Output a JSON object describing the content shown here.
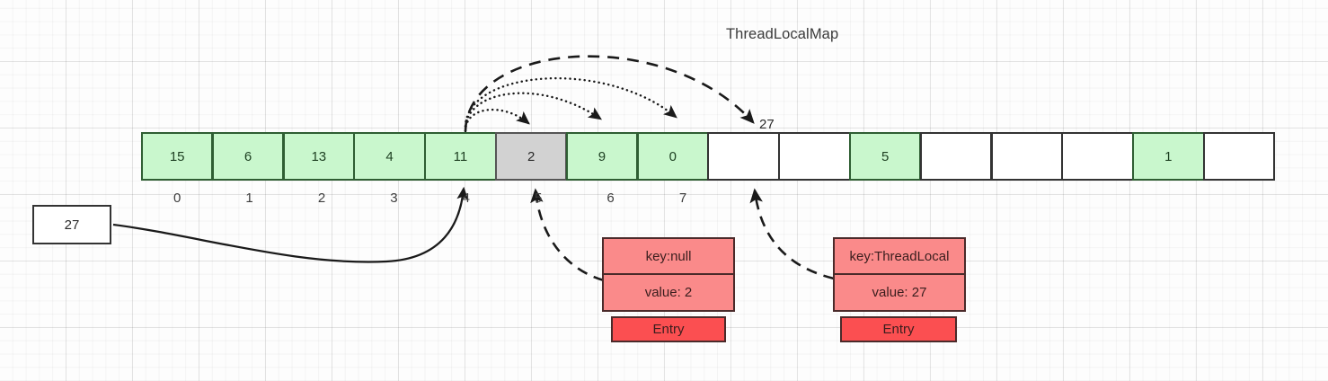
{
  "diagram": {
    "title": "ThreadLocalMap",
    "source_box": {
      "label": "27"
    },
    "arrow_value_label": "27",
    "array": {
      "cells": [
        {
          "value": "15",
          "state": "green"
        },
        {
          "value": "6",
          "state": "green"
        },
        {
          "value": "13",
          "state": "green"
        },
        {
          "value": "4",
          "state": "green"
        },
        {
          "value": "11",
          "state": "green"
        },
        {
          "value": "2",
          "state": "gray"
        },
        {
          "value": "9",
          "state": "green"
        },
        {
          "value": "0",
          "state": "green"
        },
        {
          "value": "",
          "state": "empty"
        },
        {
          "value": "",
          "state": "empty"
        },
        {
          "value": "5",
          "state": "green"
        },
        {
          "value": "",
          "state": "empty"
        },
        {
          "value": "",
          "state": "empty"
        },
        {
          "value": "",
          "state": "empty"
        },
        {
          "value": "1",
          "state": "green"
        },
        {
          "value": "",
          "state": "empty"
        }
      ],
      "index_labels": [
        "0",
        "1",
        "2",
        "3",
        "4",
        "5",
        "6",
        "7"
      ]
    },
    "entries": [
      {
        "name": "stale-entry",
        "key": "key:null",
        "value": "value: 2",
        "tag": "Entry"
      },
      {
        "name": "threadlocal-entry",
        "key": "key:ThreadLocal",
        "value": "value: 27",
        "tag": "Entry"
      }
    ],
    "colors": {
      "green_fill": "#c9f7cd",
      "green_border": "#2f5e33",
      "gray_fill": "#d2d2d2",
      "gray_border": "#555555",
      "empty_fill": "#ffffff",
      "box_border": "#333333",
      "entry_kv_fill": "#fa8a8a",
      "entry_tag_fill": "#fb4f51",
      "entry_border": "#4a2a2a",
      "arrow_stroke": "#1a1a1a",
      "background": "#fdfdfd"
    }
  }
}
